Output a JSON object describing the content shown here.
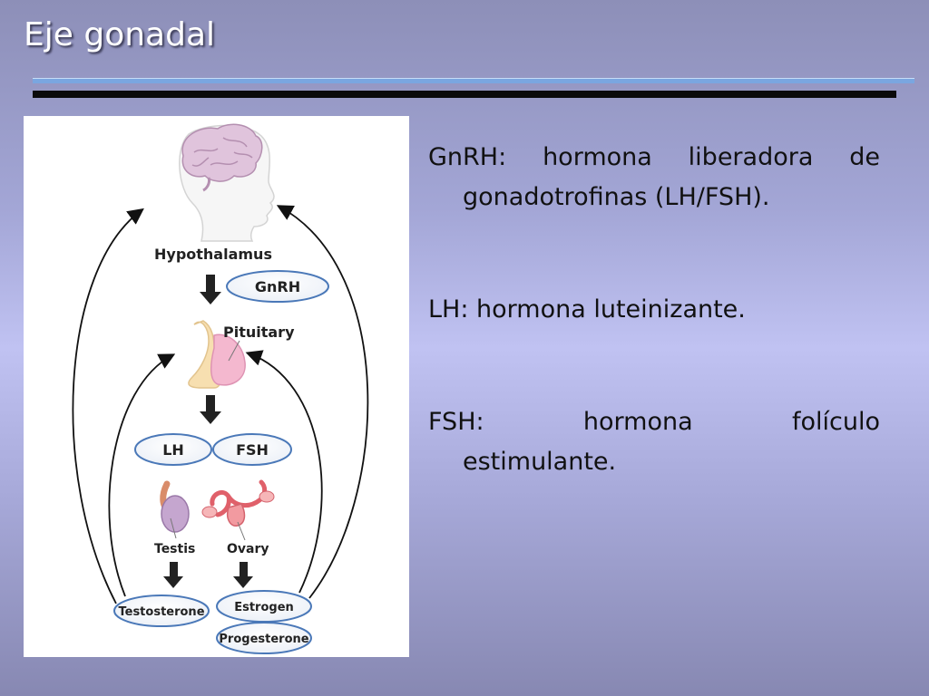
{
  "slide": {
    "title": "Eje gonadal"
  },
  "figure": {
    "hypothalamus": "Hypothalamus",
    "gnrh": "GnRH",
    "pituitary": "Pituitary",
    "lh": "LH",
    "fsh": "FSH",
    "testis": "Testis",
    "ovary": "Ovary",
    "testosterone": "Testosterone",
    "estrogen": "Estrogen",
    "progesterone": "Progesterone"
  },
  "definitions": [
    {
      "line1": [
        "GnRH:",
        "hormona",
        "liberadora",
        "de"
      ],
      "line2": "gonadotrofinas (LH/FSH)."
    },
    {
      "line1": [
        "LH: hormona luteinizante."
      ]
    },
    {
      "line1": [
        "FSH:",
        "hormona",
        "folículo"
      ],
      "line2": "estimulante."
    }
  ],
  "colors": {
    "title_text": "#ffffff",
    "rule_accent": "#7aa6e0",
    "rule_dark": "#0a0a0a",
    "pill_border": "#4a78b8"
  }
}
